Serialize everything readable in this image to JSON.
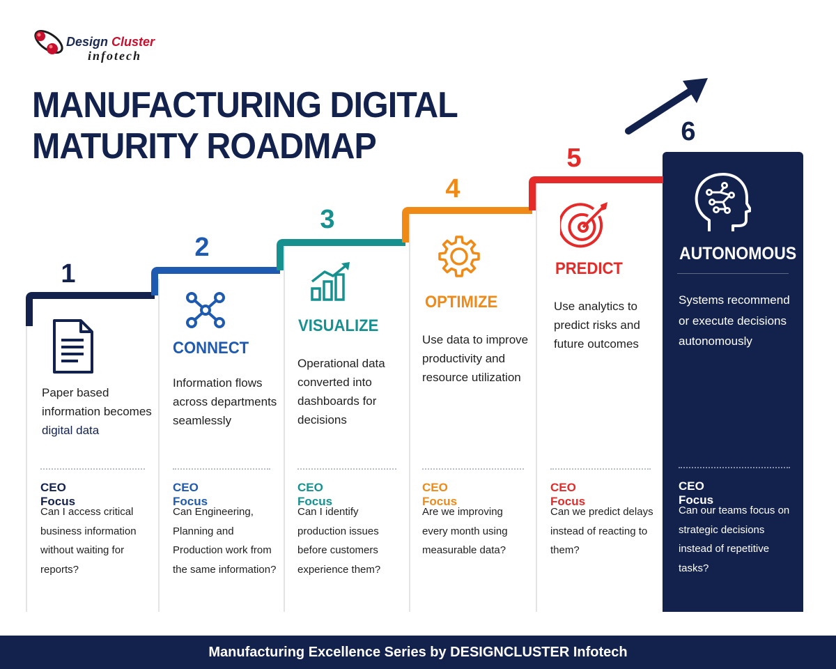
{
  "logo": {
    "line1_a": "Design",
    "line1_b": "Cluster",
    "line2": "infotech"
  },
  "title": {
    "line1": "MANUFACTURING DIGITAL",
    "line2": "MATURITY ROADMAP"
  },
  "colors": {
    "navy": "#13224d",
    "step1": "#13224d",
    "step2": "#1e5ab0",
    "step3": "#17918f",
    "step4": "#ef8a17",
    "step5": "#e52a2a",
    "step6": "#13224d"
  },
  "steps": [
    {
      "number": "1",
      "icon": "document-icon",
      "heading": "",
      "description": "Paper based information becomes",
      "description_strong": "digital data",
      "focus_label": "CEO Focus",
      "focus_text": "Can I access critical business information without waiting for reports?"
    },
    {
      "number": "2",
      "icon": "network-icon",
      "heading": "CONNECT",
      "description": "Information flows across departments seamlessly",
      "focus_label": "CEO Focus",
      "focus_text": "Can Engineering, Planning and Production work from the same information?"
    },
    {
      "number": "3",
      "icon": "bar-chart-growth-icon",
      "heading": "VISUALIZE",
      "description": "Operational data converted into dashboards for decisions",
      "focus_label": "CEO Focus",
      "focus_text": "Can I identify production issues before customers experience them?"
    },
    {
      "number": "4",
      "icon": "gear-icon",
      "heading": "OPTIMIZE",
      "description": "Use data to improve productivity and resource utilization",
      "focus_label": "CEO Focus",
      "focus_text": "Are we improving every month using measurable data?"
    },
    {
      "number": "5",
      "icon": "target-icon",
      "heading": "PREDICT",
      "description": "Use analytics to predict risks and future outcomes",
      "focus_label": "CEO Focus",
      "focus_text": "Can we predict delays instead of reacting to them?"
    },
    {
      "number": "6",
      "icon": "ai-head-icon",
      "heading": "AUTONOMOUS",
      "description": "Systems recommend or execute decisions autonomously",
      "focus_label": "CEO Focus",
      "focus_text": "Can our teams focus on strategic decisions instead of repetitive tasks?"
    }
  ],
  "footer": "Manufacturing Excellence Series by DESIGNCLUSTER Infotech"
}
